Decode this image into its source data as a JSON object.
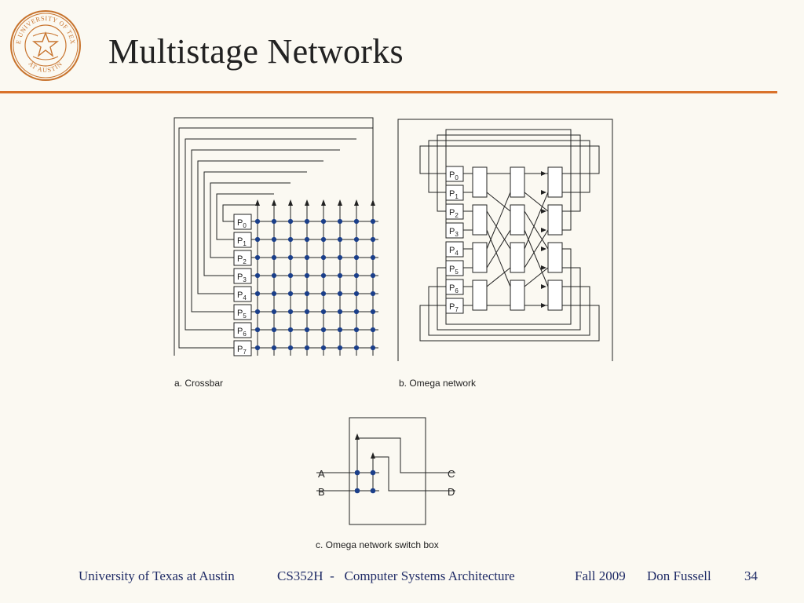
{
  "slide": {
    "title": "Multistage Networks",
    "logo": {
      "ring_top": "THE UNIVERSITY OF TEXAS",
      "ring_bottom": "AT AUSTIN"
    }
  },
  "figures": {
    "crossbar": {
      "caption": "a. Crossbar",
      "processors": [
        {
          "base": "P",
          "sub": "0"
        },
        {
          "base": "P",
          "sub": "1"
        },
        {
          "base": "P",
          "sub": "2"
        },
        {
          "base": "P",
          "sub": "3"
        },
        {
          "base": "P",
          "sub": "4"
        },
        {
          "base": "P",
          "sub": "5"
        },
        {
          "base": "P",
          "sub": "6"
        },
        {
          "base": "P",
          "sub": "7"
        }
      ]
    },
    "omega": {
      "caption": "b. Omega network",
      "processors": [
        {
          "base": "P",
          "sub": "0"
        },
        {
          "base": "P",
          "sub": "1"
        },
        {
          "base": "P",
          "sub": "2"
        },
        {
          "base": "P",
          "sub": "3"
        },
        {
          "base": "P",
          "sub": "4"
        },
        {
          "base": "P",
          "sub": "5"
        },
        {
          "base": "P",
          "sub": "6"
        },
        {
          "base": "P",
          "sub": "7"
        }
      ]
    },
    "switchbox": {
      "caption": "c. Omega network switch box",
      "input_a": "A",
      "input_b": "B",
      "output_c": "C",
      "output_d": "D"
    }
  },
  "footer": {
    "institution": "University of Texas at Austin",
    "course": "CS352H  -   Computer Systems Architecture",
    "term": "Fall 2009",
    "author": "Don Fussell",
    "page": "34"
  },
  "colors": {
    "accent": "#d9722b",
    "footer_text": "#1f2b66",
    "dot": "#1b3f8a",
    "line": "#222222"
  }
}
